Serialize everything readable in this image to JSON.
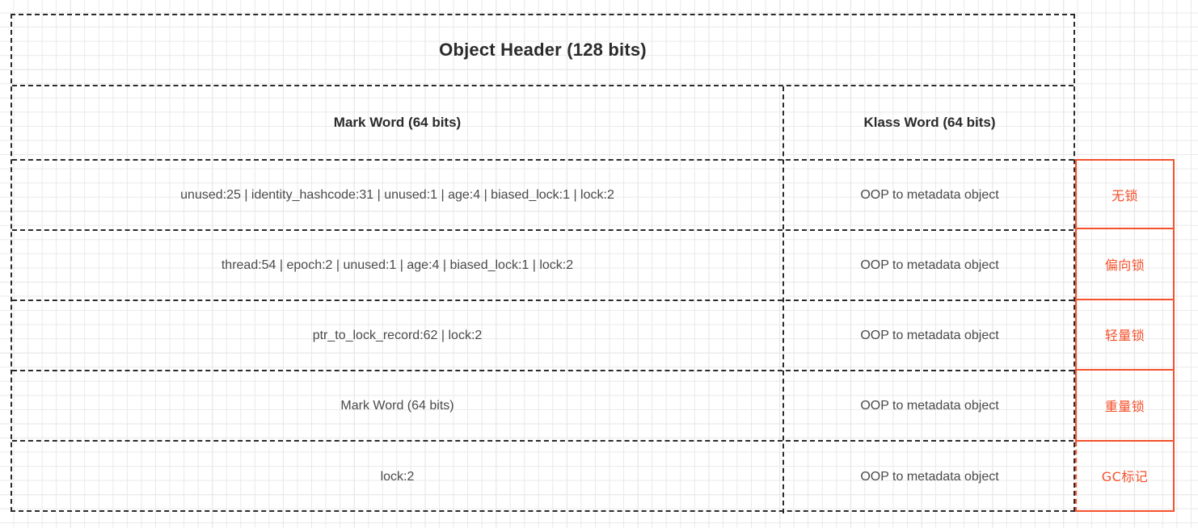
{
  "diagram": {
    "title": "Object Header (128 bits)",
    "columns": {
      "mark_word_header": "Mark Word (64 bits)",
      "klass_word_header": "Klass Word (64 bits)"
    },
    "accent_color": "#f4512c",
    "line_color": "#2b2b2b",
    "text_color": "#4a4a4a",
    "rows": [
      {
        "mark_word": "unused:25 | identity_hashcode:31 | unused:1 | age:4 | biased_lock:1 | lock:2",
        "klass_word": "OOP to metadata object",
        "state": "无锁"
      },
      {
        "mark_word": "thread:54 | epoch:2 | unused:1 | age:4 | biased_lock:1 | lock:2",
        "klass_word": "OOP to metadata object",
        "state": "偏向锁"
      },
      {
        "mark_word": "ptr_to_lock_record:62 | lock:2",
        "klass_word": "OOP to metadata object",
        "state": "轻量锁"
      },
      {
        "mark_word": "Mark Word (64 bits)",
        "klass_word": "OOP to metadata object",
        "state": "重量锁"
      },
      {
        "mark_word": "lock:2",
        "klass_word": "OOP to metadata object",
        "state": "GC标记"
      }
    ]
  }
}
